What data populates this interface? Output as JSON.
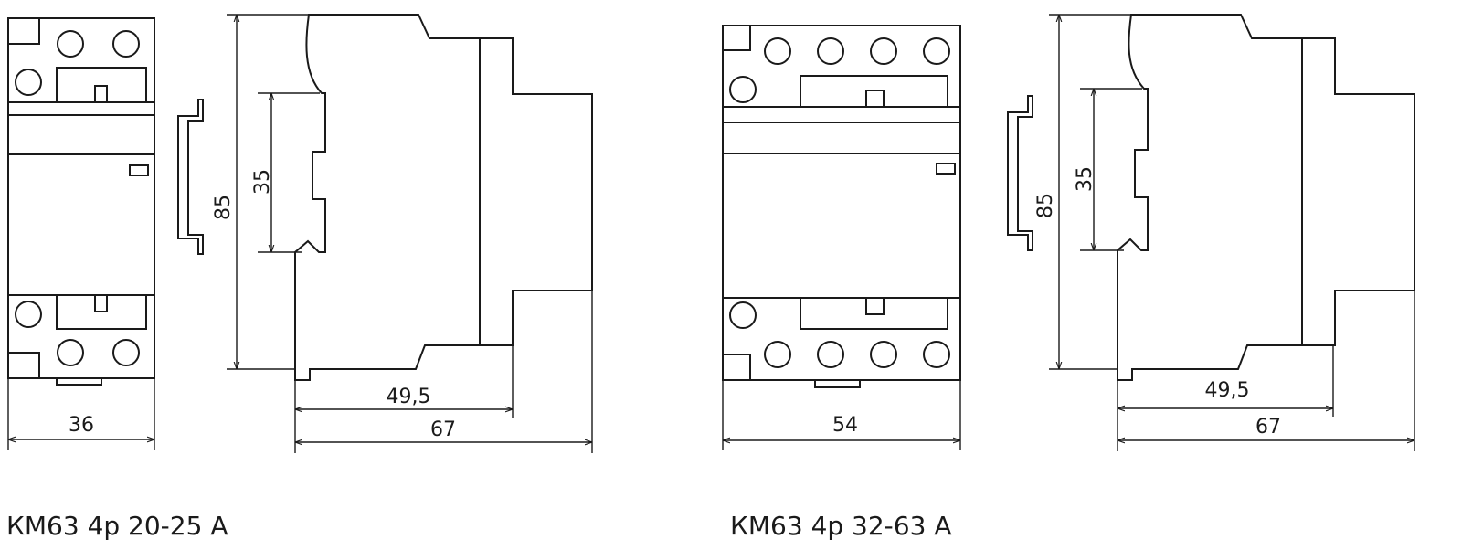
{
  "figures": [
    {
      "caption": "КМ63 4р 20-25 А",
      "dim_width": "36",
      "dim_height": "85",
      "dim_rail": "35",
      "dim_depth_front": "49,5",
      "dim_depth_total": "67"
    },
    {
      "caption": "КМ63 4р 32-63 А",
      "dim_width": "54",
      "dim_height": "85",
      "dim_rail": "35",
      "dim_depth_front": "49,5",
      "dim_depth_total": "67"
    }
  ]
}
